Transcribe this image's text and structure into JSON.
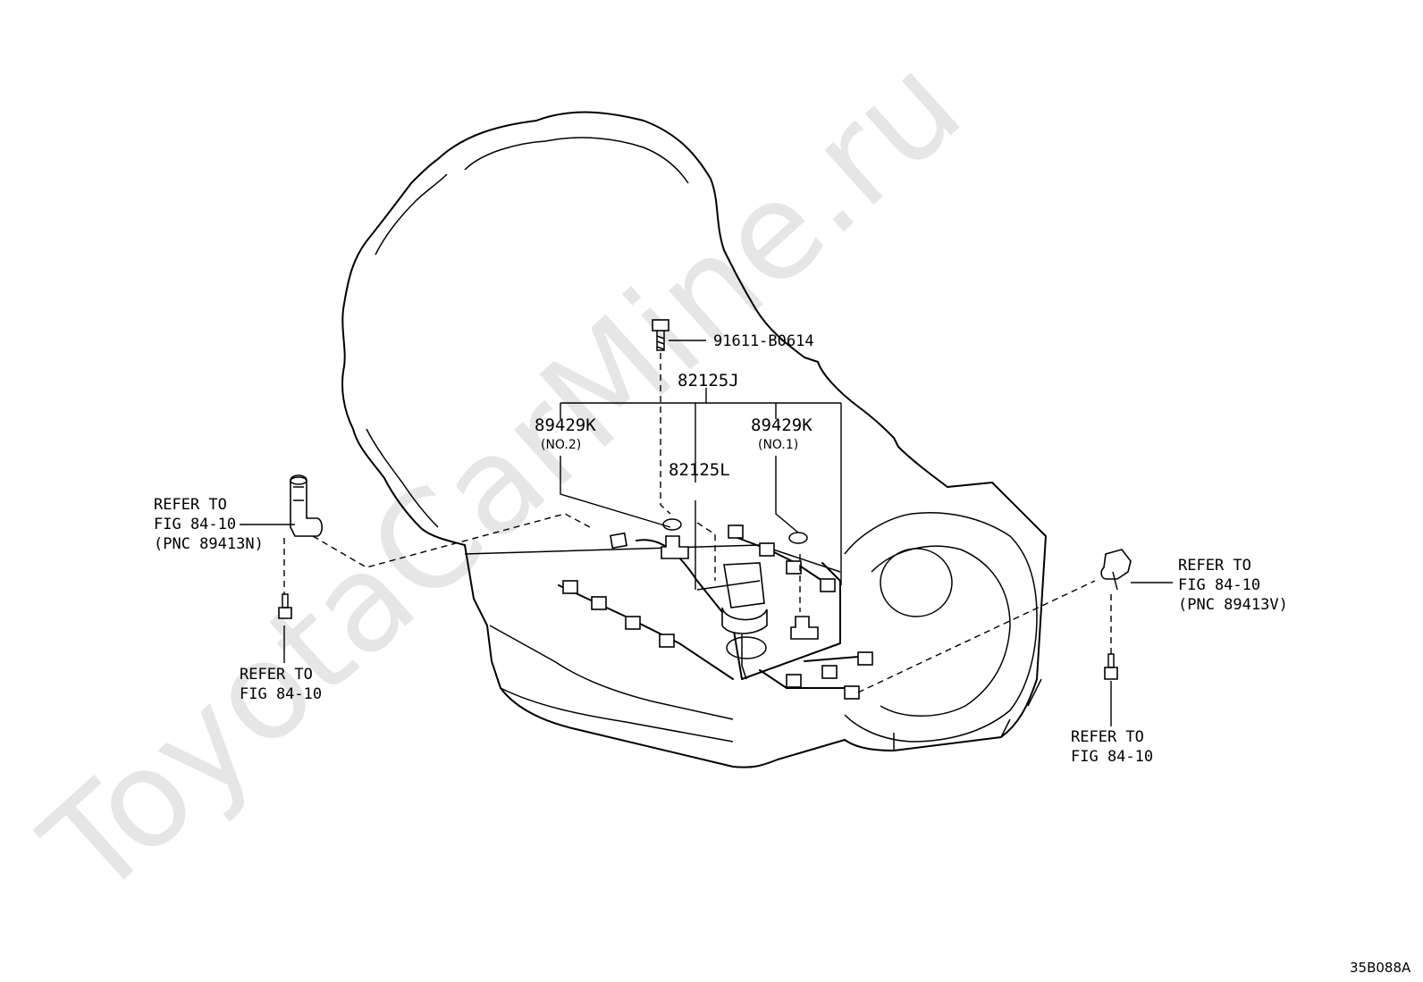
{
  "watermark": "ToyotaCarMine.ru",
  "diagram_code": "35B088A",
  "parts": {
    "bolt_top": "91611-B0614",
    "harness_main": "82125J",
    "harness_sub": "82125L",
    "sensor_no2": {
      "pnc": "89429K",
      "note": "(NO.2)"
    },
    "sensor_no1": {
      "pnc": "89429K",
      "note": "(NO.1)"
    }
  },
  "references": {
    "left_sensor": {
      "line1": "REFER TO",
      "line2": "FIG 84-10",
      "line3": "(PNC 89413N)"
    },
    "left_bolt": {
      "line1": "REFER TO",
      "line2": "FIG 84-10"
    },
    "right_sensor": {
      "line1": "REFER TO",
      "line2": "FIG 84-10",
      "line3": "(PNC 89413V)"
    },
    "right_bolt": {
      "line1": "REFER TO",
      "line2": "FIG 84-10"
    }
  }
}
